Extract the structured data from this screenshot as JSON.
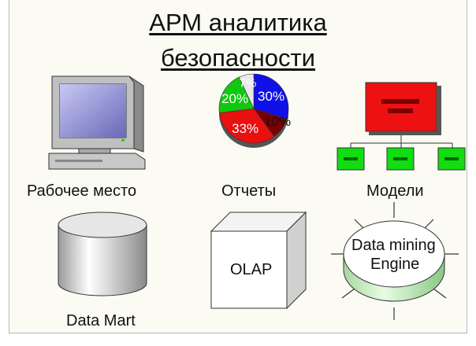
{
  "title": {
    "line1": "АРМ аналитика",
    "line2": "безопасности"
  },
  "items": {
    "workstation": {
      "label": "Рабочее место",
      "icon": "computer-icon"
    },
    "reports": {
      "label": "Отчеты",
      "icon": "pie-chart-icon",
      "slices": [
        {
          "value": 30,
          "text": "30%",
          "color": "#1010e8"
        },
        {
          "value": 10,
          "text": "10%",
          "color": "#7a0000"
        },
        {
          "value": 33,
          "text": "33%",
          "color": "#e81010"
        },
        {
          "value": 20,
          "text": "20%",
          "color": "#10c810"
        },
        {
          "value": 7,
          "text": "7%",
          "color": "#e8e8e8"
        }
      ]
    },
    "models": {
      "label": "Модели",
      "icon": "org-chart-icon"
    },
    "data_mart": {
      "label": "Data Mart",
      "icon": "database-cylinder-icon"
    },
    "olap": {
      "label": "OLAP",
      "icon": "cube-icon"
    },
    "data_mining": {
      "label_line1": "Data mining",
      "label_line2": "Engine",
      "icon": "disk-engine-icon"
    }
  },
  "colors": {
    "org_red": "#ee1111",
    "org_green": "#11dd11",
    "cylinder_grey": "#d8d8d8",
    "engine_green": "#c8f0c0"
  }
}
